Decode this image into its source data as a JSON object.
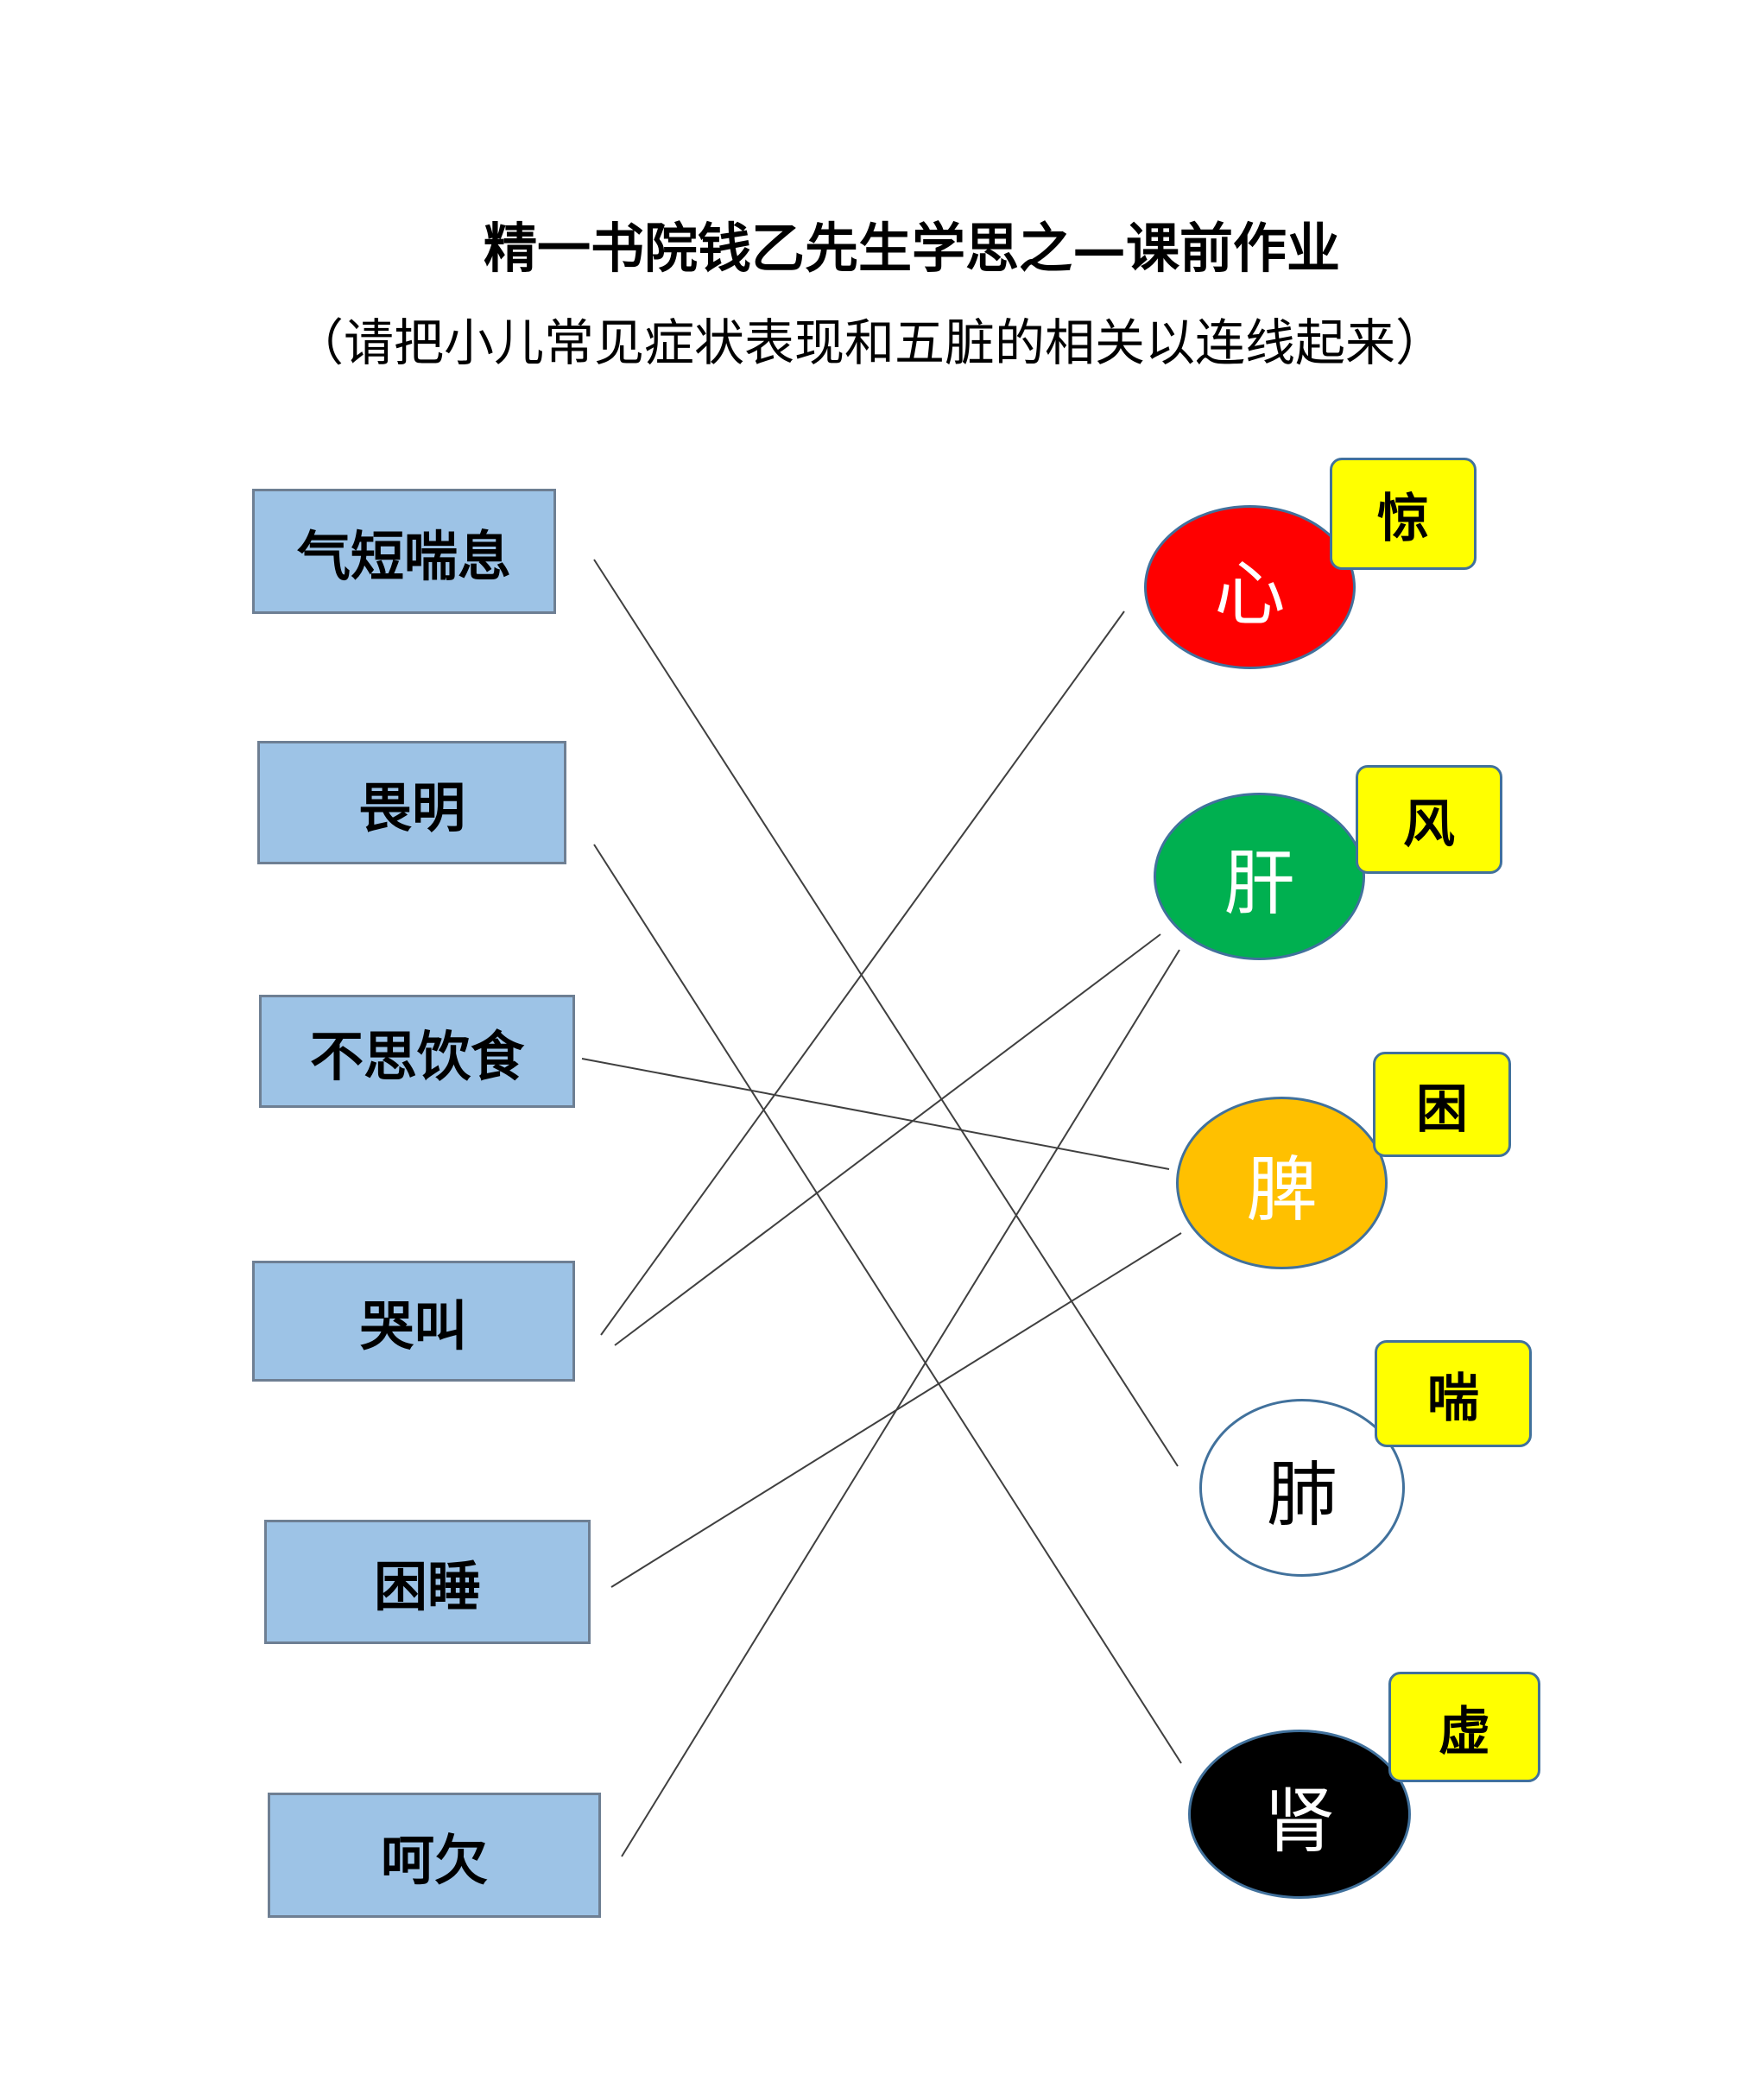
{
  "title": "精一书院钱乙先生学思之—课前作业",
  "subtitle": "（请把小儿常见症状表现和五脏的相关以连线起来）",
  "symptoms": [
    {
      "label": "气短喘息"
    },
    {
      "label": "畏明"
    },
    {
      "label": "不思饮食"
    },
    {
      "label": "哭叫"
    },
    {
      "label": "困睡"
    },
    {
      "label": "呵欠"
    }
  ],
  "organs": [
    {
      "label": "心",
      "fill": "#ff0000",
      "text_color": "#ffffff",
      "tag": "惊"
    },
    {
      "label": "肝",
      "fill": "#00b050",
      "text_color": "#ffffff",
      "tag": "风"
    },
    {
      "label": "脾",
      "fill": "#ffc000",
      "text_color": "#ffffff",
      "tag": "困"
    },
    {
      "label": "肺",
      "fill": "#ffffff",
      "text_color": "#000000",
      "tag": "喘"
    },
    {
      "label": "肾",
      "fill": "#000000",
      "text_color": "#ffffff",
      "tag": "虚"
    }
  ],
  "connections": [
    {
      "symptom": "气短喘息",
      "organ": "肺"
    },
    {
      "symptom": "畏明",
      "organ": "肾"
    },
    {
      "symptom": "不思饮食",
      "organ": "脾"
    },
    {
      "symptom": "哭叫",
      "organ": "心"
    },
    {
      "symptom": "哭叫",
      "organ": "肝"
    },
    {
      "symptom": "困睡",
      "organ": "脾"
    },
    {
      "symptom": "呵欠",
      "organ": "肝"
    }
  ],
  "colors": {
    "symptom_fill": "#9dc3e6",
    "tag_fill": "#ffff00",
    "line": "#404040"
  }
}
